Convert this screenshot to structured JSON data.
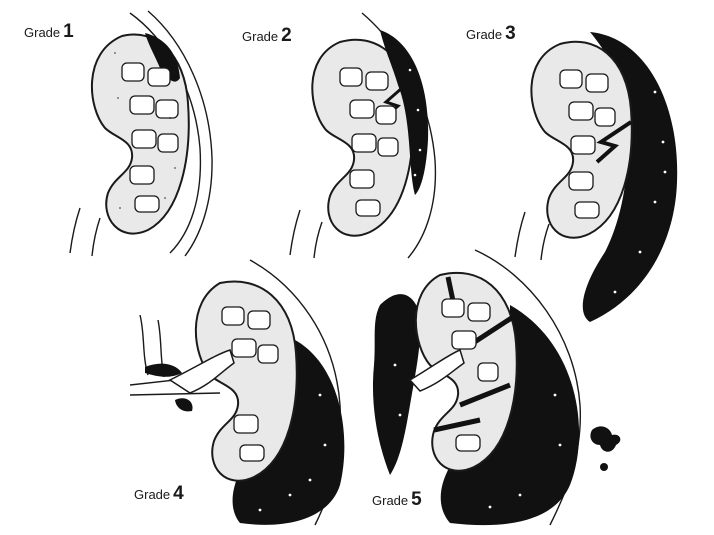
{
  "figure": {
    "background": "#ffffff",
    "ink_color": "#1a1a1a",
    "hematoma_color": "#111111",
    "parenchyma_fill": "#e9e9e9",
    "panels": [
      {
        "id": "grade-1",
        "word": "Grade",
        "number": "1"
      },
      {
        "id": "grade-2",
        "word": "Grade",
        "number": "2"
      },
      {
        "id": "grade-3",
        "word": "Grade",
        "number": "3"
      },
      {
        "id": "grade-4",
        "word": "Grade",
        "number": "4"
      },
      {
        "id": "grade-5",
        "word": "Grade",
        "number": "5"
      }
    ]
  }
}
